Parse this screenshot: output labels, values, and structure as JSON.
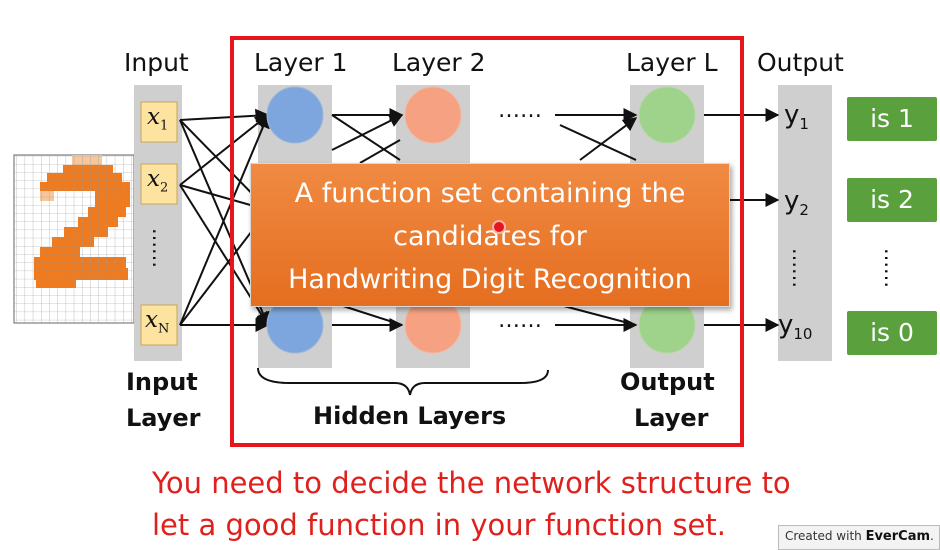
{
  "labels": {
    "input": "Input",
    "layer1": "Layer 1",
    "layer2": "Layer 2",
    "layerL": "Layer L",
    "output": "Output",
    "input_layer_line1": "Input",
    "input_layer_line2": "Layer",
    "hidden_layers": "Hidden Layers",
    "output_layer_line1": "Output",
    "output_layer_line2": "Layer",
    "dots_middle_top": "……",
    "dots_middle_bottom": "……"
  },
  "inputs": [
    "x",
    "x",
    "x"
  ],
  "input_subscripts": [
    "1",
    "2",
    "N"
  ],
  "outputs": [
    "y",
    "y",
    "y"
  ],
  "output_subscripts": [
    "1",
    "2",
    "10"
  ],
  "output_classes": [
    "is 1",
    "is 2",
    "is 0"
  ],
  "callout": {
    "line1": "A function set containing the",
    "line2": "candidates for",
    "line3": "Handwriting Digit Recognition"
  },
  "message": {
    "line1": "You need to decide the network structure to",
    "line2": "let a good function in your function set."
  },
  "watermark": {
    "prefix": "Created with ",
    "brand": "EverCam",
    "suffix": "."
  },
  "colors": {
    "frame": "#e8151b",
    "callout": "#ee7a30",
    "layer1_node": "#7ea6de",
    "layer2_node": "#f6a282",
    "layerL_node": "#9fd28a",
    "output_class": "#5aa13d",
    "digit_pixels": "#ef7b1e",
    "message": "#e0201c"
  }
}
